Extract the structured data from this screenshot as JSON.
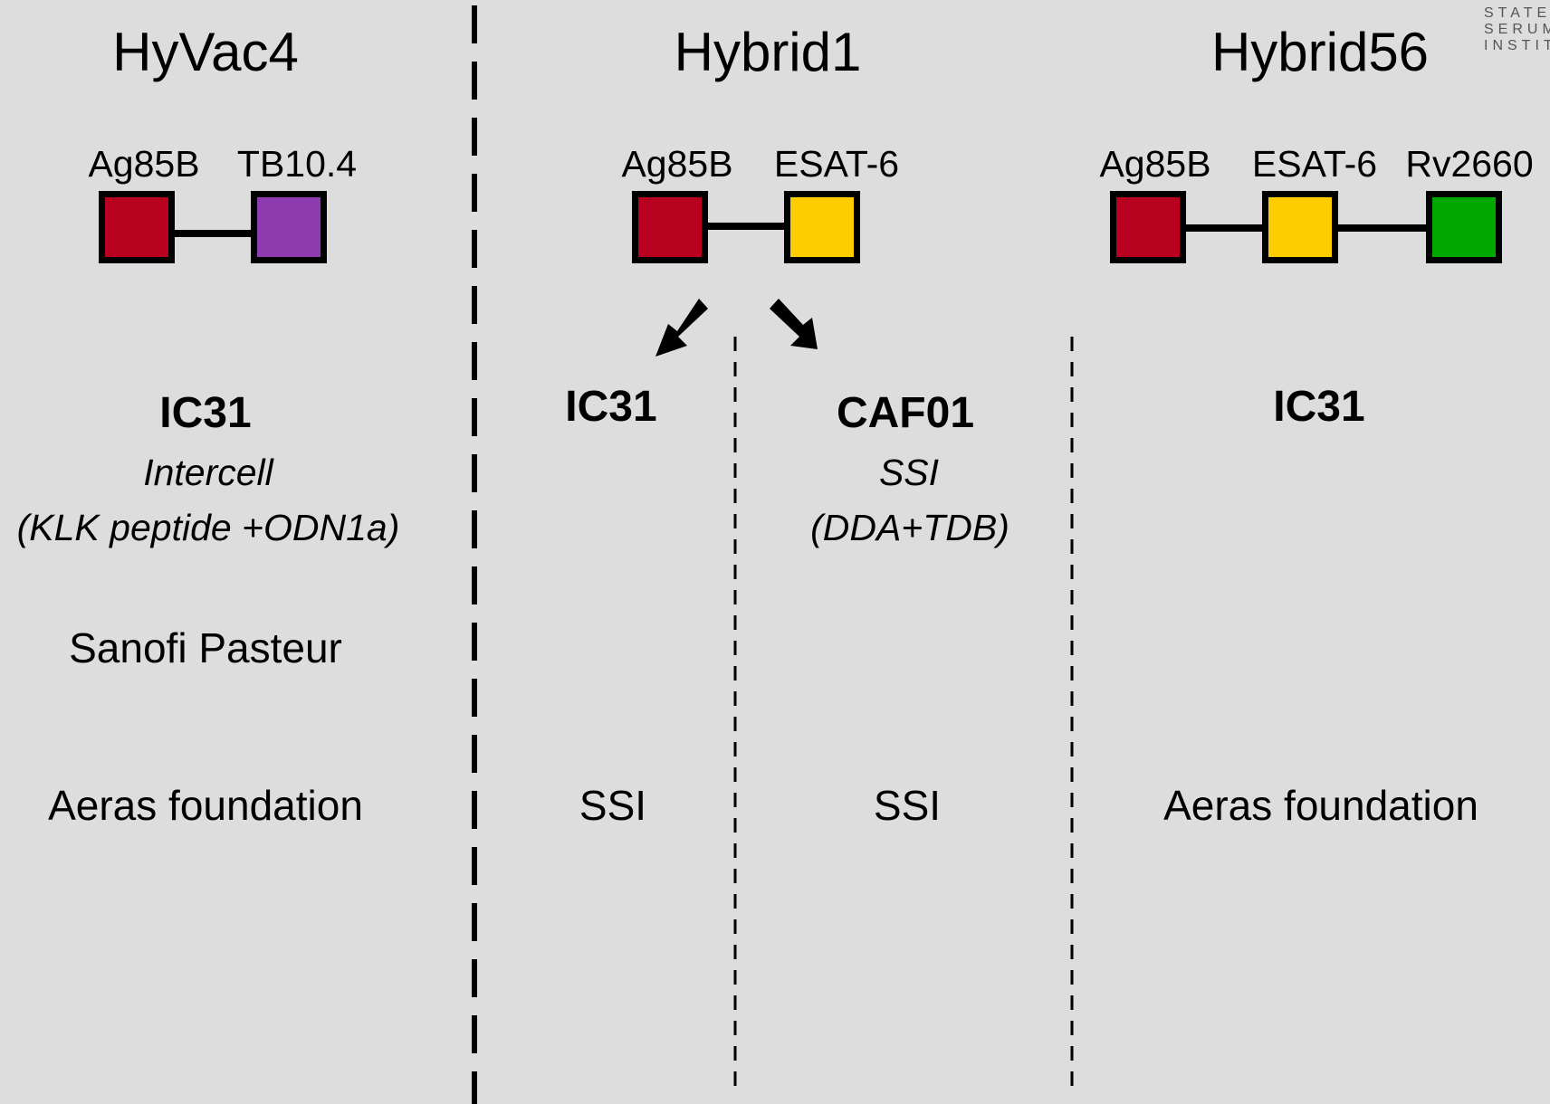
{
  "logo": {
    "lines": [
      "STATENS",
      "SERUM",
      "INSTITUT"
    ]
  },
  "colors": {
    "background": "#dddddd",
    "ag85b": "#b8001f",
    "tb10_4": "#8e3bb0",
    "esat6": "#ffcc00",
    "rv2660": "#00a800"
  },
  "vaccines": [
    {
      "title": "HyVac4",
      "antigens": [
        {
          "name": "Ag85B",
          "color": "#b8001f"
        },
        {
          "name": "TB10.4",
          "color": "#8e3bb0"
        }
      ],
      "adjuvant": "IC31",
      "adjuvant_source": "Intercell",
      "adjuvant_composition": "(KLK peptide +ODN1a)",
      "partner": "Sanofi Pasteur",
      "sponsor": "Aeras foundation"
    },
    {
      "title": "Hybrid1",
      "antigens": [
        {
          "name": "Ag85B",
          "color": "#b8001f"
        },
        {
          "name": "ESAT-6",
          "color": "#ffcc00"
        }
      ],
      "formulations": [
        {
          "adjuvant": "IC31",
          "sponsor": "SSI"
        },
        {
          "adjuvant": "CAF01",
          "adjuvant_source": "SSI",
          "adjuvant_composition": "(DDA+TDB)",
          "sponsor": "SSI"
        }
      ]
    },
    {
      "title": "Hybrid56",
      "antigens": [
        {
          "name": "Ag85B",
          "color": "#b8001f"
        },
        {
          "name": "ESAT-6",
          "color": "#ffcc00"
        },
        {
          "name": "Rv2660",
          "color": "#00a800"
        }
      ],
      "adjuvant": "IC31",
      "sponsor": "Aeras foundation"
    }
  ]
}
